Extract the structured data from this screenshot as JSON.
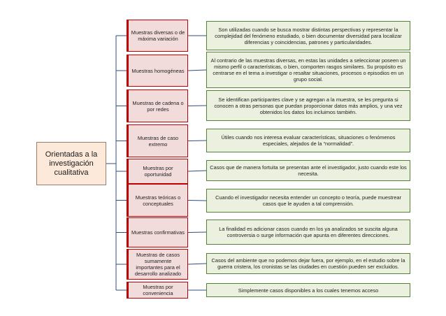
{
  "root": {
    "label": "Orientadas a la investigación cualitativa"
  },
  "items": [
    {
      "category": "Muestras diversas o de máxima variación",
      "description": "Son utilizadas cuando se busca mostrar distintas perspectivas y representar la complejidad del fenómeno estudiado, o bien documentar diversidad para localizar diferencias y coincidencias, patrones y particularidades."
    },
    {
      "category": "Muestras homogéneas",
      "description": "Al contrario de las muestras diversas, en estas las unidades a seleccionar poseen un mismo perfil o características, o bien, comporten rasgos similares. Su propósito es centrarse en el tema a investigar o resaltar situaciones, procesos o episodios en un grupo social."
    },
    {
      "category": "Muestras de cadena o por redes",
      "description": "Se identifican participantes clave y se agregan a la muestra, se les pregunta si conocen a otras personas que puedan proporcionar datos más amplios, y una vez obtenidos los datos los incluimos también."
    },
    {
      "category": "Muestras de caso extremo",
      "description": "Útiles cuando nos interesa evaluar características, situaciones o fenómenos especiales, alejados de la “normalidad”."
    },
    {
      "category": "Muestras por oportunidad",
      "description": "Casos que de manera fortuita se presentan ante el investigador, justo cuando este los necesita."
    },
    {
      "category": "Muestras teóricas o conceptuales",
      "description": "Cuando el investigador necesita entender un concepto o teoría, puede muestrear casos que le ayuden a tal comprensión."
    },
    {
      "category": "Muestras confirmativas",
      "description": "La finalidad es adicionar casos cuando en los ya analizados se suscita alguna controversia o surge información que apunta en diferentes direcciones."
    },
    {
      "category": "Muestras de casos sumamente importantes para el desarrollo analizado",
      "description": "Casos del ambiente que no podemos dejar fuera, por ejemplo, en el estudio sobre la guerra cristera, los cronistas se las ciudades en cuestión pueden ser excluidos."
    },
    {
      "category": "Muestras por conveniencia",
      "description": "Simplemente casos disponibles a los cuales tenemos acceso"
    }
  ]
}
